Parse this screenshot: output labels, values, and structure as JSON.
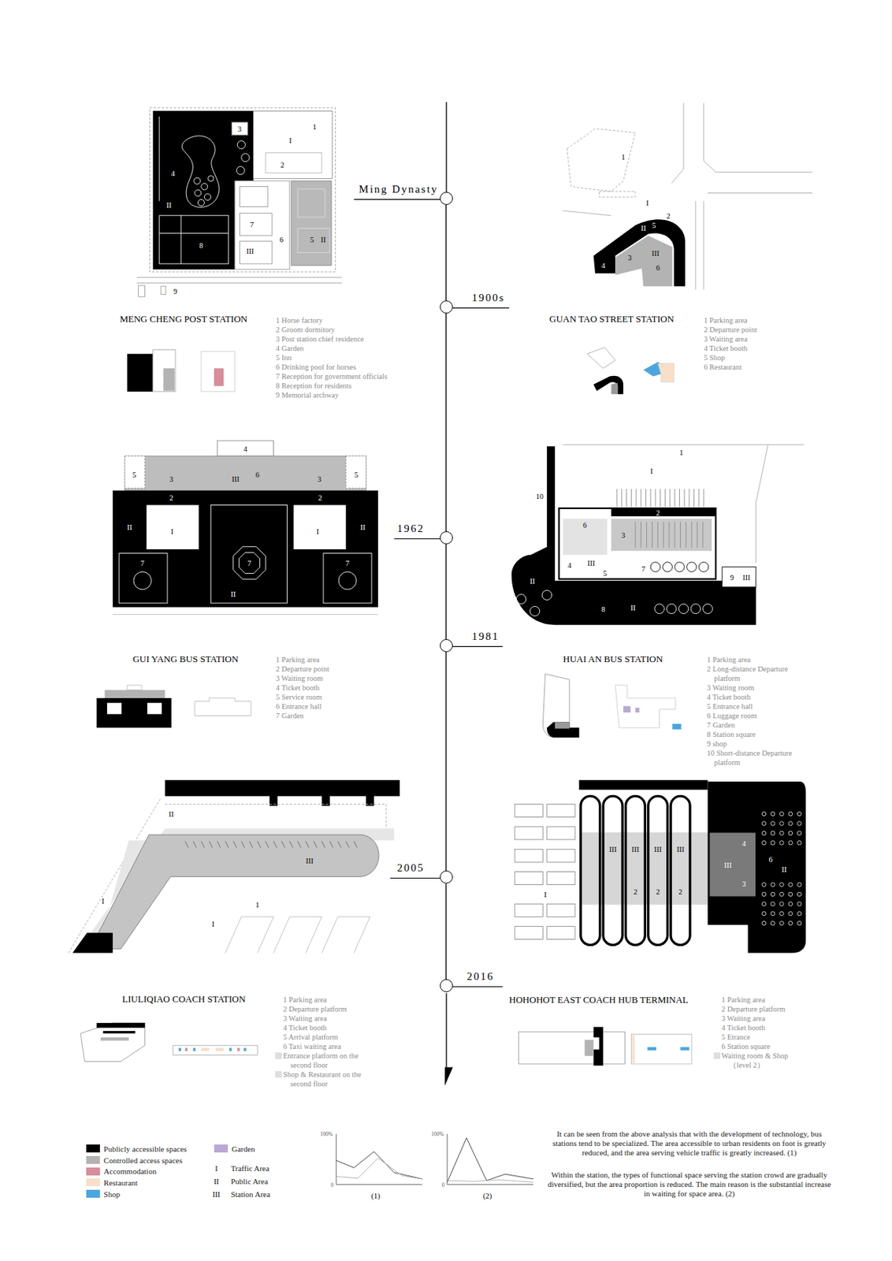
{
  "diagram": {
    "nodes": [
      {
        "text": [
          "Ming Dynasty"
        ]
      },
      {
        "text": [
          "1900s"
        ]
      },
      {
        "text": [
          "1962"
        ]
      },
      {
        "text": [
          "1981"
        ]
      },
      {
        "text": [
          "2005"
        ]
      },
      {
        "text": [
          "2016"
        ]
      }
    ],
    "edges": [
      {
        "from": 0,
        "to": 1,
        "arrow": "none"
      },
      {
        "from": 1,
        "to": 2,
        "arrow": "none"
      },
      {
        "from": 2,
        "to": 3,
        "arrow": "none"
      },
      {
        "from": 3,
        "to": 4,
        "arrow": "none"
      },
      {
        "from": 4,
        "to": 5,
        "arrow": "none"
      }
    ],
    "labels": [
      "3",
      "1",
      "I",
      "2",
      "4",
      "II",
      "7",
      "8",
      "6",
      "5",
      "II",
      "III",
      "9",
      "MENG CHENG POST STATION",
      "1 Horse factory",
      "2 Groom dormitory",
      "3 Post station chief residence",
      "4 Garden",
      "5 Inn",
      "6 Drinking pool for horses",
      "7 Reception for government officials",
      "8 Reception for residents",
      "9 Memorial archway",
      "1",
      "I",
      "2",
      "II",
      "5",
      "3",
      "4",
      "III",
      "6",
      "GUAN TAO STREET STATION",
      "1 Parking area",
      "2 Departure point",
      "3 Waiting area",
      "4 Ticket booth",
      "5 Shop",
      "6 Restaurant",
      "4",
      "5",
      "3",
      "6",
      "III",
      "3",
      "5",
      "2",
      "2",
      "II",
      "I",
      "I",
      "II",
      "7",
      "7",
      "7",
      "II",
      "GUI YANG BUS STATION",
      "1 Parking area",
      "2 Departure point",
      "3 Waiting room",
      "4 Ticket booth",
      "5 Service room",
      "6 Entrance hall",
      "7 Garden",
      "1",
      "I",
      "10",
      "2",
      "6",
      "3",
      "4",
      "III",
      "5",
      "7",
      "II",
      "8",
      "II",
      "9",
      "III",
      "HUAI AN BUS STATION",
      "1 Parking area",
      "2 Long-distance Departure platform",
      "3 Waiting room",
      "4 Ticket booth",
      "5 Entrance hall",
      "6 Luggage room",
      "7 Garden",
      "8 Station square",
      "9 shop",
      "10 Short-distance Departure platform",
      "II",
      "III",
      "I",
      "1",
      "I",
      "LIULIQIAO COACH STATION",
      "1 Parking area",
      "2 Departure platform",
      "3 Waiting area",
      "4 Ticket booth",
      "5 Arrival platform",
      "6 Taxi waiting area",
      "Entrance platform on the second floor",
      "Shop & Restaurant on the second floor",
      "I",
      "III",
      "III",
      "III",
      "III",
      "2",
      "2",
      "2",
      "4",
      "III",
      "3",
      "6",
      "II",
      "HOHOHOT EAST COACH HUB TERMINAL",
      "1 Parking area",
      "2 Departure platform",
      "3 Waiting area",
      "4 Ticket booth",
      "5 Etrance",
      "6 Station square",
      "Waiting room & Shop（level 2）",
      "I",
      "II",
      "III",
      "100%",
      "0",
      "(1)",
      "100%",
      "0",
      "(2)",
      "It can be seen from the above analysis that with the development of technology, bus stations tend to be specialized. The area accessible to urban residents on foot is greatly reduced, and the area serving vehicle traffic is greatly increased. (1)",
      "Within the station, the types of functional space serving the station crowd are gradually diversified, but the area proportion is reduced. The main reason is the substantial increase in waiting for space area. (2)"
    ],
    "legend": [
      {
        "text": "Publicly accessible spaces",
        "color": "#000000"
      },
      {
        "text": "Controlled access spaces",
        "color": "#b3b3b3"
      },
      {
        "text": "Accommodation",
        "color": "#d98c99"
      },
      {
        "text": "Restaurant",
        "color": "#f9dfc8"
      },
      {
        "text": "Shop",
        "color": "#4ba6df"
      },
      {
        "text": "Garden",
        "color": "#b9a9d3"
      },
      {
        "text": "Traffic Area"
      },
      {
        "text": "Public Area"
      },
      {
        "text": "Station Area"
      }
    ]
  }
}
